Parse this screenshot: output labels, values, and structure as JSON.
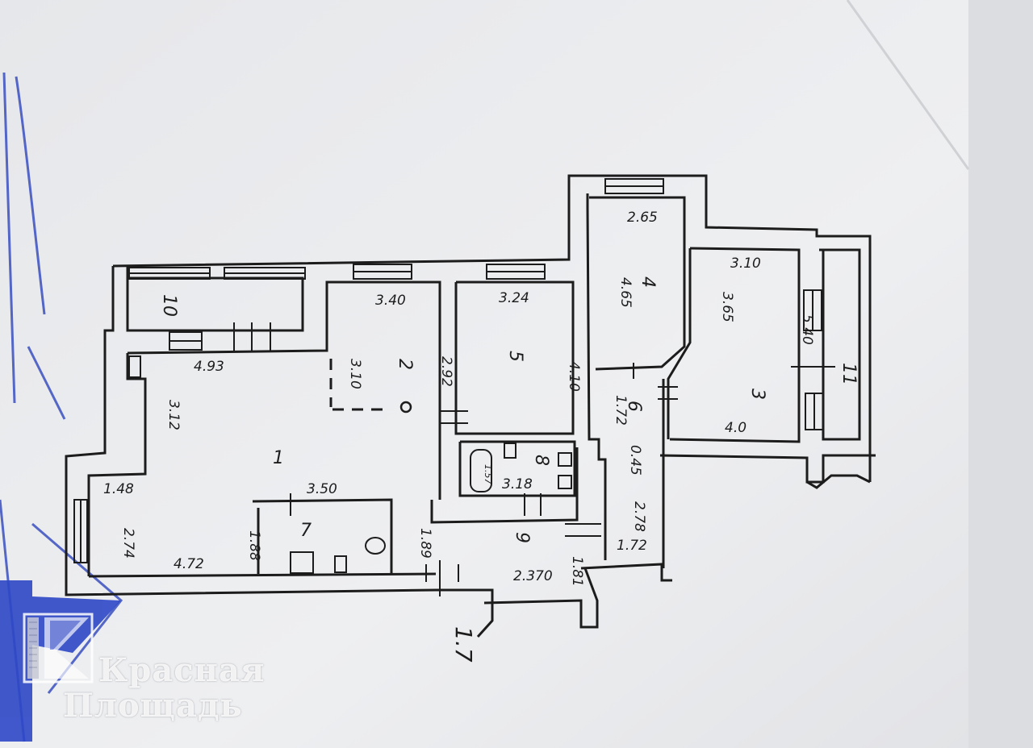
{
  "rooms": [
    {
      "id": "1",
      "label": "1"
    },
    {
      "id": "2",
      "label": "2"
    },
    {
      "id": "3",
      "label": "3"
    },
    {
      "id": "4",
      "label": "4"
    },
    {
      "id": "5",
      "label": "5"
    },
    {
      "id": "6",
      "label": "6"
    },
    {
      "id": "7",
      "label": "7"
    },
    {
      "id": "8",
      "label": "8"
    },
    {
      "id": "9",
      "label": "9"
    },
    {
      "id": "10",
      "label": "10"
    },
    {
      "id": "11",
      "label": "11"
    }
  ],
  "dimensions": {
    "d_265": "2.65",
    "d_465": "4.65",
    "d_310b": "3.10",
    "d_365": "3.65",
    "d_540": "5.40",
    "d_40": "4.0",
    "d_340": "3.40",
    "d_310": "3.10",
    "d_292": "2.92",
    "d_324": "3.24",
    "d_410": "4.10",
    "d_493": "4.93",
    "d_312": "3.12",
    "d_148": "1.48",
    "d_274": "2.74",
    "d_472": "4.72",
    "d_350": "3.50",
    "d_188": "1.88",
    "d_189": "1.89",
    "d_318": "3.18",
    "d_172a": "1.72",
    "d_045": "0.45",
    "d_278": "2.78",
    "d_172b": "1.72",
    "d_181": "1.81",
    "d_2370": "2.370",
    "d_157": "1.57"
  },
  "annotations": {
    "bottom_note": "1.7"
  },
  "watermark": {
    "line1": "Красная",
    "line2": "Площадь"
  },
  "colors": {
    "paper": "#e8e9eb",
    "ink": "#1c1c1c",
    "stamp": "#3a4fc0"
  }
}
